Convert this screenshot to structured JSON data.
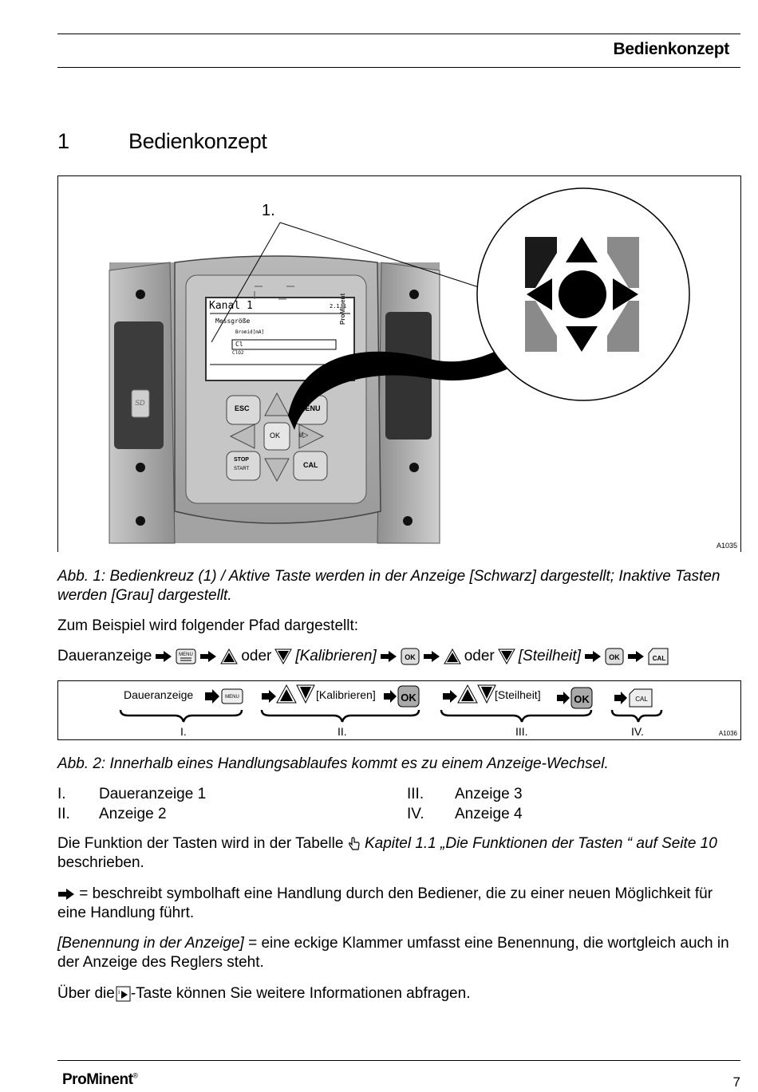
{
  "header": {
    "title": "Bedienkonzept"
  },
  "section": {
    "number": "1",
    "title": "Bedienkonzept"
  },
  "figure1": {
    "callout": "1.",
    "id": "A1035",
    "device": {
      "screen_title": "Kanal 1",
      "screen_ref": "2.1.1",
      "screen_line1": "Messgröße",
      "screen_line2": "Bromid[mA]",
      "screen_line3": "Cl",
      "screen_line4": "ClO2",
      "brand_vertical": "ProMinent",
      "sd_label": "SD",
      "keys": {
        "esc": "ESC",
        "menu": "MENU",
        "ok": "OK",
        "info": "i/▷",
        "stop": "STOP",
        "start": "START",
        "cal": "CAL"
      }
    }
  },
  "figure1_caption": "Abb. 1: Bedienkreuz (1) / Aktive Taste werden in der Anzeige [Schwarz] dargestellt; Inaktive Tasten werden [Grau] dargestellt.",
  "intro": "Zum Beispiel wird folgender Pfad dargestellt:",
  "path": {
    "start": "Daueranzeige",
    "oder1": "oder",
    "kalibrieren": "[Kalibrieren]",
    "oder2": "oder",
    "steilheit": "[Steilheit]",
    "menu_icon_label": "MENU",
    "ok_icon_label": "OK",
    "cal_icon_label": "CAL"
  },
  "figure2": {
    "id": "A1036",
    "group1": "Daueranzeige",
    "group2": "[Kalibrieren]",
    "group3": "[Steilheit]",
    "roman": [
      "I.",
      "II.",
      "III.",
      "IV."
    ],
    "ok_label": "OK",
    "menu_label": "MENU",
    "cal_label": "CAL"
  },
  "figure2_caption": "Abb. 2: Innerhalb eines Handlungsablaufes kommt es zu einem Anzeige-Wechsel.",
  "list": [
    {
      "num": "I.",
      "text": "Daueranzeige 1"
    },
    {
      "num": "II.",
      "text": "Anzeige 2"
    },
    {
      "num": "III.",
      "text": "Anzeige 3"
    },
    {
      "num": "IV.",
      "text": "Anzeige 4"
    }
  ],
  "para1": {
    "before": "Die Funktion der Tasten wird in der Tabelle",
    "link": "Kapitel 1.1 „Die Funktionen der Tasten “ auf Seite 10",
    "after": "beschrieben."
  },
  "para2": "= beschreibt symbolhaft eine Handlung durch den Bediener, die zu einer neuen Möglichkeit für eine Handlung führt.",
  "para3": {
    "italic": "[Benennung in der Anzeige]",
    "rest": "= eine eckige Klammer umfasst eine Benennung, die wortgleich auch in der Anzeige des Reglers steht."
  },
  "para4": {
    "before": "Über die",
    "after": "-Taste können Sie weitere Informationen abfragen."
  },
  "footer": {
    "brand_pro": "Pro",
    "brand_minent": "Minent",
    "registered": "®",
    "page": "7"
  }
}
